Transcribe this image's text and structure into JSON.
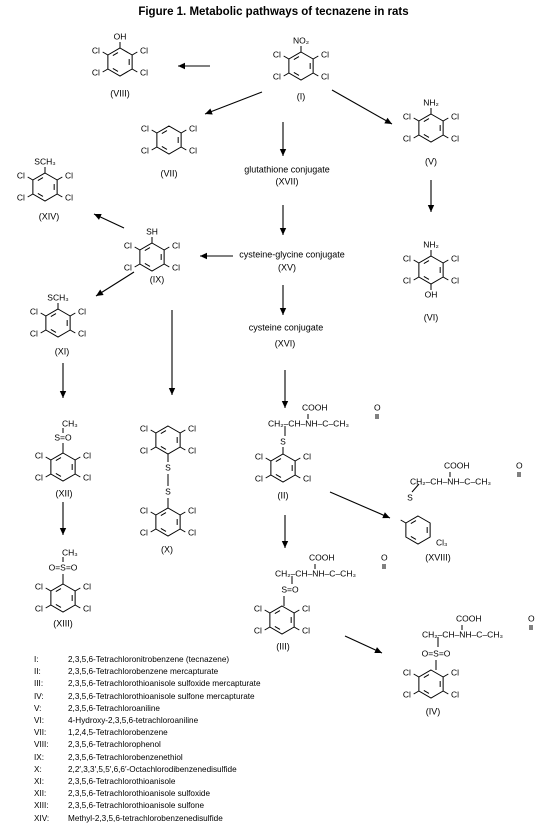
{
  "figure": {
    "title": "Figure 1.  Metabolic pathways of tecnazene in rats"
  },
  "compounds": [
    {
      "id": "I",
      "label": "(I)"
    },
    {
      "id": "II",
      "label": "(II)"
    },
    {
      "id": "III",
      "label": "(III)"
    },
    {
      "id": "IV",
      "label": "(IV)"
    },
    {
      "id": "V",
      "label": "(V)"
    },
    {
      "id": "VI",
      "label": "(VI)"
    },
    {
      "id": "VII",
      "label": "(VII)"
    },
    {
      "id": "VIII",
      "label": "(VIII)"
    },
    {
      "id": "IX",
      "label": "(IX)"
    },
    {
      "id": "X",
      "label": "(X)"
    },
    {
      "id": "XI",
      "label": "(XI)"
    },
    {
      "id": "XII",
      "label": "(XII)"
    },
    {
      "id": "XIII",
      "label": "(XIII)"
    },
    {
      "id": "XIV",
      "label": "(XIV)"
    },
    {
      "id": "XV",
      "label": "(XV)"
    },
    {
      "id": "XVI",
      "label": "(XVI)"
    },
    {
      "id": "XVII",
      "label": "(XVII)"
    },
    {
      "id": "XVIII",
      "label": "(XVIII)"
    }
  ],
  "conjugates": {
    "glutathione": "glutathione conjugate",
    "cysteine_glycine": "cysteine-glycine conjugate",
    "cysteine": "cysteine conjugate"
  },
  "atoms": {
    "cl": "Cl",
    "cl3": "Cl₃",
    "no2": "NO₂",
    "nh2": "NH₂",
    "oh": "OH",
    "sh": "SH",
    "sch3": "SCH₃",
    "ch3": "CH₃",
    "s": "S",
    "s_eq_o": "S=O",
    "o_eq_s_eq_o": "O=S=O",
    "o": "O",
    "cooh": "COOH",
    "side_chain": "CH₂–CH–NH–C–CH₃"
  },
  "legend": [
    {
      "key": "I:",
      "name": "2,3,5,6-Tetrachloronitrobenzene (tecnazene)"
    },
    {
      "key": "II:",
      "name": "2,3,5,6-Tetrachlorobenzene mercapturate"
    },
    {
      "key": "III:",
      "name": "2,3,5,6-Tetrachlorothioanisole sulfoxide mercapturate"
    },
    {
      "key": "IV:",
      "name": "2,3,5,6-Tetrachlorothioanisole sulfone mercapturate"
    },
    {
      "key": "V:",
      "name": "2,3,5,6-Tetrachloroaniline"
    },
    {
      "key": "VI:",
      "name": "4-Hydroxy-2,3,5,6-tetrachloroaniline"
    },
    {
      "key": "VII:",
      "name": "1,2,4,5-Tetrachlorobenzene"
    },
    {
      "key": "VIII:",
      "name": "2,3,5,6-Tetrachlorophenol"
    },
    {
      "key": "IX:",
      "name": "2,3,5,6-Tetrachlorobenzenethiol"
    },
    {
      "key": "X:",
      "name": "2,2′,3,3′,5,5′,6,6′-Octachlorodibenzenedisulfide"
    },
    {
      "key": "XI:",
      "name": "2,3,5,6-Tetrachlorothioanisole"
    },
    {
      "key": "XII:",
      "name": "2,3,5,6-Tetrachlorothioanisole sulfoxide"
    },
    {
      "key": "XIII:",
      "name": "2,3,5,6-Tetrachlorothioanisole sulfone"
    },
    {
      "key": "XIV:",
      "name": "Methyl-2,3,5,6-tetrachlorobenzenedisulfide"
    }
  ]
}
